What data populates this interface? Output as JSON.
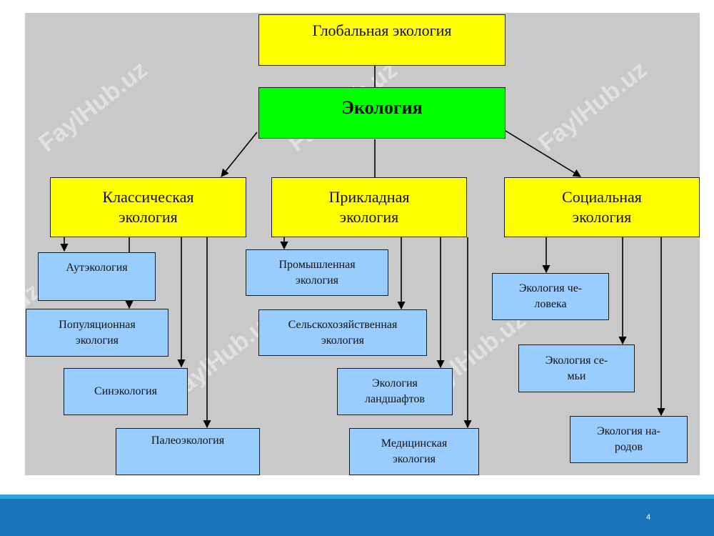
{
  "diagram": {
    "global": "Глобальная экология",
    "root": "Экология",
    "branches": [
      {
        "label": "Классическая\nэкология",
        "children": [
          "Аутэкология",
          "Популяционная\nэкология",
          "Синэкология",
          "Палеоэкология"
        ]
      },
      {
        "label": "Прикладная\nэкология",
        "children": [
          "Промышленная\nэкология",
          "Сельскохозяйственная\nэкология",
          "Экология\nландшафтов",
          "Медицинская\nэкология"
        ]
      },
      {
        "label": "Социальная\nэкология",
        "children": [
          "Экология че-\nловека",
          "Экология се-\nмьи",
          "Экология на-\nродов"
        ]
      }
    ]
  },
  "watermark": "FaylHub.uz",
  "slide": {
    "page_number": "4"
  },
  "colors": {
    "panel": "#c9c9c9",
    "yellow_box": "#ffff00",
    "green_box": "#00ff00",
    "blue_box": "#99ccff",
    "footer": "#1b75bb",
    "footer_accent": "#2fa3df"
  }
}
